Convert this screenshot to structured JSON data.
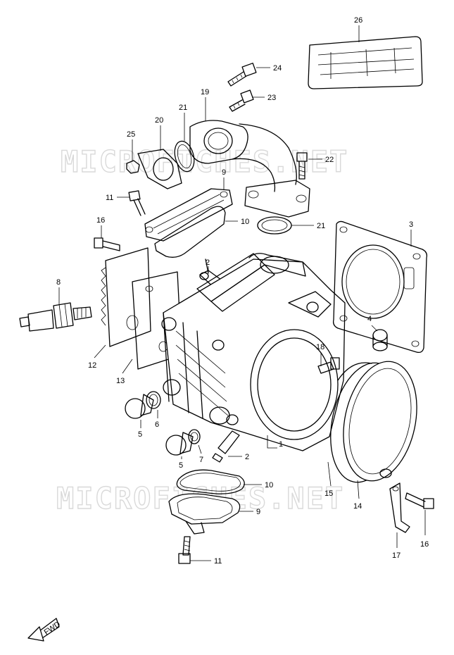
{
  "watermark": {
    "text": "MICROFICHES.NET"
  },
  "fwd_mark": {
    "text": "FWD"
  },
  "callouts": [
    {
      "id": "c26",
      "text": "26"
    },
    {
      "id": "c24",
      "text": "24"
    },
    {
      "id": "c19",
      "text": "19"
    },
    {
      "id": "c23",
      "text": "23"
    },
    {
      "id": "c21a",
      "text": "21"
    },
    {
      "id": "c20",
      "text": "20"
    },
    {
      "id": "c25",
      "text": "25"
    },
    {
      "id": "c22",
      "text": "22"
    },
    {
      "id": "c9a",
      "text": "9"
    },
    {
      "id": "c11a",
      "text": "11"
    },
    {
      "id": "c10a",
      "text": "10"
    },
    {
      "id": "c21b",
      "text": "21"
    },
    {
      "id": "c3",
      "text": "3"
    },
    {
      "id": "c16a",
      "text": "16"
    },
    {
      "id": "c2a",
      "text": "2"
    },
    {
      "id": "c8",
      "text": "8"
    },
    {
      "id": "c4",
      "text": "4"
    },
    {
      "id": "c18",
      "text": "18"
    },
    {
      "id": "c12",
      "text": "12"
    },
    {
      "id": "c13",
      "text": "13"
    },
    {
      "id": "c5a",
      "text": "5"
    },
    {
      "id": "c6",
      "text": "6"
    },
    {
      "id": "c1",
      "text": "1"
    },
    {
      "id": "c2b",
      "text": "2"
    },
    {
      "id": "c5b",
      "text": "5"
    },
    {
      "id": "c7",
      "text": "7"
    },
    {
      "id": "c10b",
      "text": "10"
    },
    {
      "id": "c15",
      "text": "15"
    },
    {
      "id": "c14",
      "text": "14"
    },
    {
      "id": "c9b",
      "text": "9"
    },
    {
      "id": "c16b",
      "text": "16"
    },
    {
      "id": "c17",
      "text": "17"
    },
    {
      "id": "c11b",
      "text": "11"
    }
  ]
}
